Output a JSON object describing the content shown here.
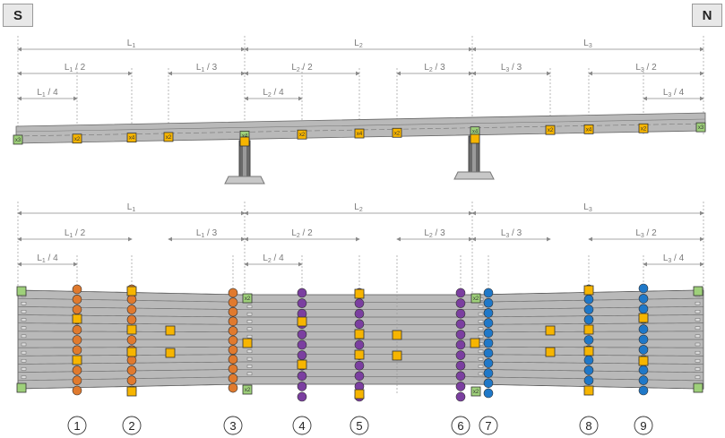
{
  "corners": {
    "left": "S",
    "right": "N"
  },
  "spans": {
    "L1": "L",
    "L1_sub": "1",
    "L2": "L",
    "L2_sub": "2",
    "L3": "L",
    "L3_sub": "3"
  },
  "fractions": {
    "half": "/ 2",
    "third": "/ 3",
    "quarter": "/ 4"
  },
  "sensor_tags": {
    "x2": "x2",
    "x4": "x4",
    "x3": "x3"
  },
  "section_numbers": [
    "1",
    "2",
    "3",
    "4",
    "5",
    "6",
    "7",
    "8",
    "9"
  ],
  "colors": {
    "orange": "#e07a2e",
    "purple": "#7b3fa0",
    "blue": "#1f78c8",
    "yellow": "#f7b500",
    "green": "#9ed07a",
    "deck": "#b9b9b9",
    "dim": "#8a8a8a"
  }
}
